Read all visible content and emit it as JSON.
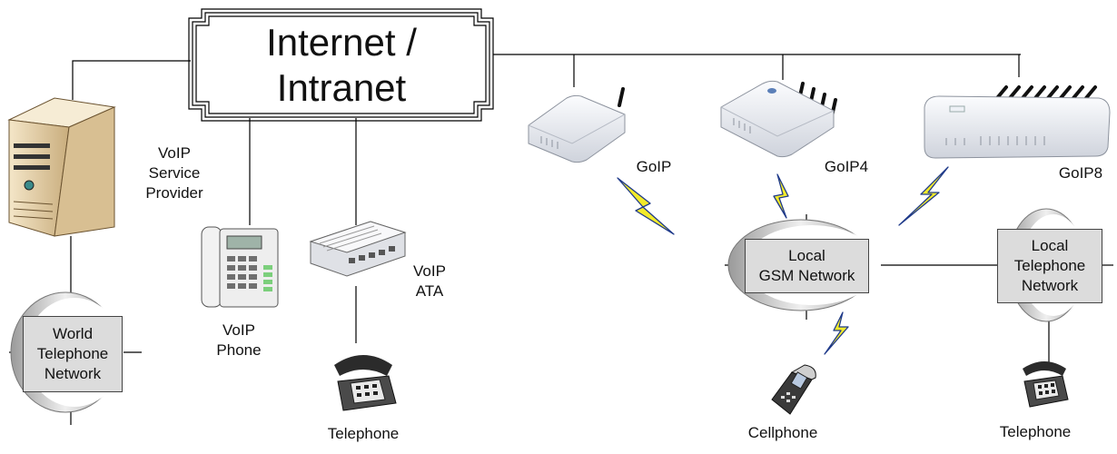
{
  "internet": {
    "line1": "Internet /",
    "line2": "Intranet"
  },
  "voip_provider": {
    "line1": "VoIP",
    "line2": "Service",
    "line3": "Provider"
  },
  "voip_phone": {
    "line1": "VoIP",
    "line2": "Phone"
  },
  "voip_ata": {
    "line1": "VoIP",
    "line2": "ATA"
  },
  "goip": {
    "goip1": "GoIP",
    "goip4": "GoIP4",
    "goip8": "GoIP8"
  },
  "world_network": {
    "line1": "World",
    "line2": "Telephone",
    "line3": "Network"
  },
  "gsm_network": {
    "line1": "Local",
    "line2": "GSM Network"
  },
  "local_tel_network": {
    "line1": "Local",
    "line2": "Telephone",
    "line3": "Network"
  },
  "endpoints": {
    "telephone_ata": "Telephone",
    "cellphone": "Cellphone",
    "telephone_local": "Telephone"
  },
  "colors": {
    "line": "#000000",
    "box_fill": "#dcdcdc",
    "device_body": "#e6e8ee",
    "lightning": "#f2ea2a",
    "lightning_edge": "#1f3a8a"
  }
}
